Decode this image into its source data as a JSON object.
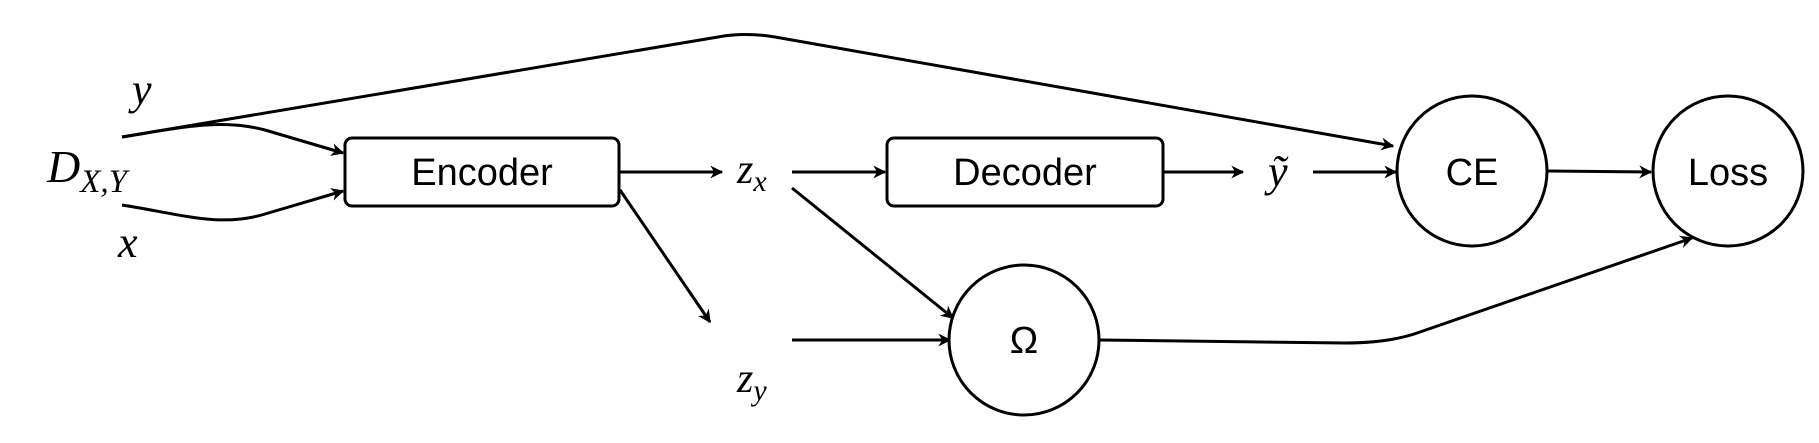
{
  "nodes": {
    "encoder": "Encoder",
    "decoder": "Decoder",
    "ce": "CE",
    "loss": "Loss",
    "omega": "Ω"
  },
  "variables": {
    "dataset_main": "D",
    "dataset_sub": "X,Y",
    "y": "y",
    "x": "x",
    "zx_main": "z",
    "zx_sub": "x",
    "zy_main": "z",
    "zy_sub": "y",
    "y_tilde": "ỹ"
  },
  "style": {
    "stroke": "#000000",
    "background": "#ffffff"
  }
}
